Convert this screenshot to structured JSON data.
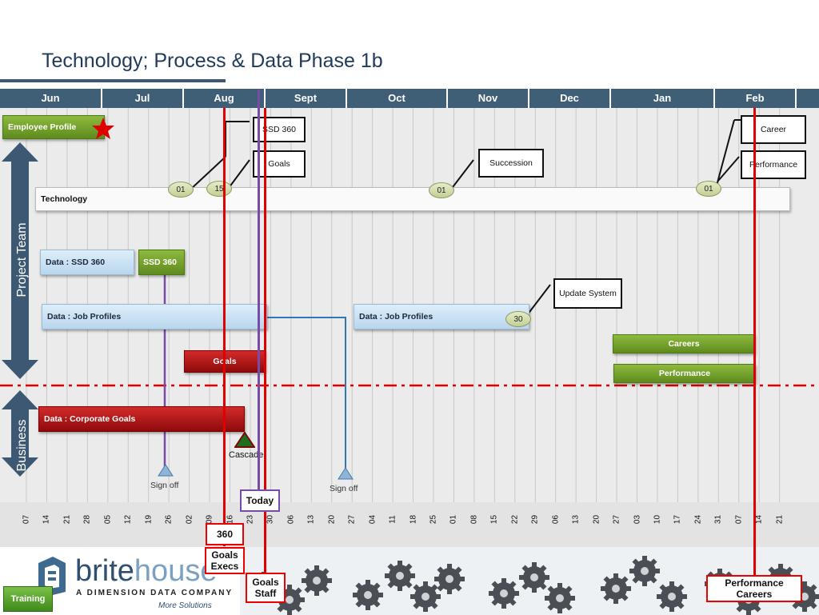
{
  "title": "Technology; Process & Data Phase 1b",
  "months": [
    "Jun",
    "Jul",
    "Aug",
    "Sept",
    "Oct",
    "Nov",
    "Dec",
    "Jan",
    "Feb"
  ],
  "ticks": [
    "07",
    "14",
    "21",
    "28",
    "05",
    "12",
    "19",
    "26",
    "02",
    "09",
    "16",
    "23",
    "30",
    "06",
    "13",
    "20",
    "27",
    "04",
    "11",
    "18",
    "25",
    "01",
    "08",
    "15",
    "22",
    "29",
    "06",
    "13",
    "20",
    "27",
    "03",
    "10",
    "17",
    "24",
    "31",
    "07",
    "14",
    "21"
  ],
  "sections": {
    "project_team": "Project Team",
    "business": "Business"
  },
  "bars": {
    "employee_profile": "Employee   Profile",
    "technology": "Technology",
    "data_ssd": "Data  :  SSD  360",
    "ssd": "SSD  360",
    "job_profiles_1": "Data  :  Job  Profiles",
    "job_profiles_2": "Data  :  Job  Profiles",
    "goals": "Goals",
    "careers": "Careers",
    "performance": "Performance",
    "corporate_goals": "Data  :  Corporate  Goals"
  },
  "callouts": {
    "ssd": "SSD  360",
    "goals": "Goals",
    "succession": "Succession",
    "career": "Career",
    "performance": "Performance",
    "update_system": "Update System"
  },
  "pills": {
    "p1": "01",
    "p2": "15",
    "p3": "01",
    "p4": "01",
    "p5": "30"
  },
  "labels": {
    "sign_off_1": "Sign  off",
    "sign_off_2": "Sign  off",
    "cascade": "Cascade"
  },
  "boxes": {
    "today": "Today",
    "b360": "360",
    "goals_execs": "Goals Execs",
    "goals_staff": "Goals Staff",
    "performance_careers": "Performance Careers",
    "training": "Training"
  },
  "logo": {
    "name_a": "brite",
    "name_b": "house",
    "tagline": "A DIMENSION DATA COMPANY",
    "slogan": "More Solutions"
  },
  "colors": {
    "header": "#3f5f77",
    "red_line": "#e00000",
    "purple_line": "#7a4aa8",
    "arrow": "#3c5872"
  }
}
